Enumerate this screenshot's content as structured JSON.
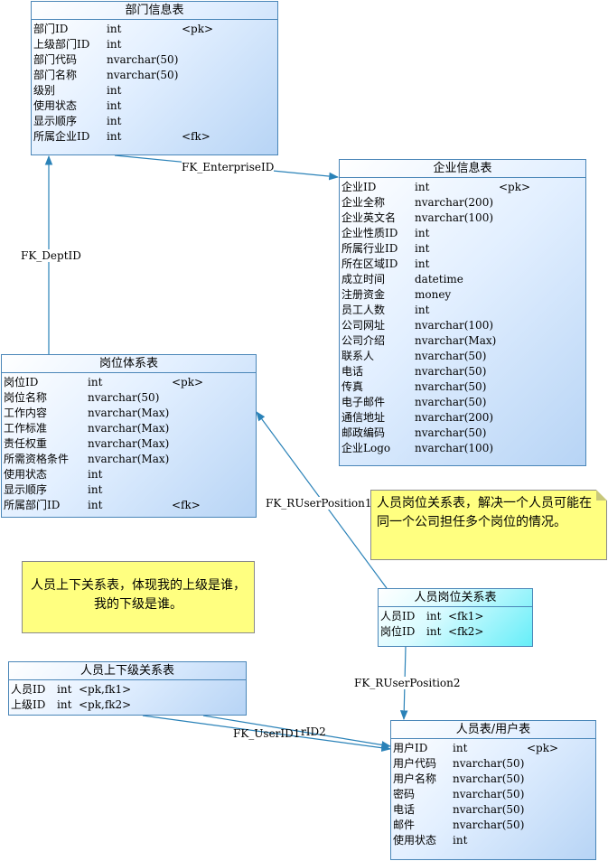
{
  "entities": {
    "dept": {
      "title": "部门信息表",
      "rows": [
        {
          "name": "部门ID",
          "type": "int",
          "key": "<pk>"
        },
        {
          "name": "上级部门ID",
          "type": "int",
          "key": ""
        },
        {
          "name": "部门代码",
          "type": "nvarchar(50)",
          "key": ""
        },
        {
          "name": "部门名称",
          "type": "nvarchar(50)",
          "key": ""
        },
        {
          "name": "级别",
          "type": "int",
          "key": ""
        },
        {
          "name": "使用状态",
          "type": "int",
          "key": ""
        },
        {
          "name": "显示顺序",
          "type": "int",
          "key": ""
        },
        {
          "name": "所属企业ID",
          "type": "int",
          "key": "<fk>"
        }
      ]
    },
    "enterprise": {
      "title": "企业信息表",
      "rows": [
        {
          "name": "企业ID",
          "type": "int",
          "key": "<pk>"
        },
        {
          "name": "企业全称",
          "type": "nvarchar(200)",
          "key": ""
        },
        {
          "name": "企业英文名",
          "type": "nvarchar(100)",
          "key": ""
        },
        {
          "name": "企业性质ID",
          "type": "int",
          "key": ""
        },
        {
          "name": "所属行业ID",
          "type": "int",
          "key": ""
        },
        {
          "name": "所在区域ID",
          "type": "int",
          "key": ""
        },
        {
          "name": "成立时间",
          "type": "datetime",
          "key": ""
        },
        {
          "name": "注册资金",
          "type": "money",
          "key": ""
        },
        {
          "name": "员工人数",
          "type": "int",
          "key": ""
        },
        {
          "name": "公司网址",
          "type": "nvarchar(100)",
          "key": ""
        },
        {
          "name": "公司介绍",
          "type": "nvarchar(Max)",
          "key": ""
        },
        {
          "name": "联系人",
          "type": "nvarchar(50)",
          "key": ""
        },
        {
          "name": "电话",
          "type": "nvarchar(50)",
          "key": ""
        },
        {
          "name": "传真",
          "type": "nvarchar(50)",
          "key": ""
        },
        {
          "name": "电子邮件",
          "type": "nvarchar(50)",
          "key": ""
        },
        {
          "name": "通信地址",
          "type": "nvarchar(200)",
          "key": ""
        },
        {
          "name": "邮政编码",
          "type": "nvarchar(50)",
          "key": ""
        },
        {
          "name": "企业Logo",
          "type": "nvarchar(100)",
          "key": ""
        }
      ]
    },
    "position": {
      "title": "岗位体系表",
      "rows": [
        {
          "name": "岗位ID",
          "type": "int",
          "key": "<pk>"
        },
        {
          "name": "岗位名称",
          "type": "nvarchar(50)",
          "key": ""
        },
        {
          "name": "工作内容",
          "type": "nvarchar(Max)",
          "key": ""
        },
        {
          "name": "工作标准",
          "type": "nvarchar(Max)",
          "key": ""
        },
        {
          "name": "责任权重",
          "type": "nvarchar(Max)",
          "key": ""
        },
        {
          "name": "所需资格条件",
          "type": "nvarchar(Max)",
          "key": ""
        },
        {
          "name": "使用状态",
          "type": "int",
          "key": ""
        },
        {
          "name": "显示顺序",
          "type": "int",
          "key": ""
        },
        {
          "name": "所属部门ID",
          "type": "int",
          "key": "<fk>"
        }
      ]
    },
    "user_position": {
      "title": "人员岗位关系表",
      "rows": [
        {
          "name": "人员ID",
          "type": "int",
          "key": "<fk1>"
        },
        {
          "name": "岗位ID",
          "type": "int",
          "key": "<fk2>"
        }
      ]
    },
    "user_relation": {
      "title": "人员上下级关系表",
      "rows": [
        {
          "name": "人员ID",
          "type": "int",
          "key": "<pk,fk1>"
        },
        {
          "name": "上级ID",
          "type": "int",
          "key": "<pk,fk2>"
        }
      ]
    },
    "user": {
      "title": "人员表/用户表",
      "rows": [
        {
          "name": "用户ID",
          "type": "int",
          "key": "<pk>"
        },
        {
          "name": "用户代码",
          "type": "nvarchar(50)",
          "key": ""
        },
        {
          "name": "用户名称",
          "type": "nvarchar(50)",
          "key": ""
        },
        {
          "name": "密码",
          "type": "nvarchar(50)",
          "key": ""
        },
        {
          "name": "电话",
          "type": "nvarchar(50)",
          "key": ""
        },
        {
          "name": "邮件",
          "type": "nvarchar(50)",
          "key": ""
        },
        {
          "name": "使用状态",
          "type": "int",
          "key": ""
        }
      ]
    }
  },
  "notes": {
    "user_position": "人员岗位关系表，解决一个人员可能在同一个公司担任多个岗位的情况。",
    "user_relation": "人员上下关系表，体现我的上级是谁，我的下级是谁。"
  },
  "relationships": {
    "enterprise": "FK_EnterpriseID",
    "dept": "FK_DeptID",
    "user_position_1": "FK_RUserPosition1",
    "user_position_2": "FK_RUserPosition2",
    "user_id": "FK_UserID1",
    "user_id_2_fragment": "rID2"
  },
  "colors": {
    "line": "#2a82b8",
    "entity_border": "#4a86b8",
    "note_bg": "#ffff80",
    "cyan_entity": "#66eef8"
  }
}
